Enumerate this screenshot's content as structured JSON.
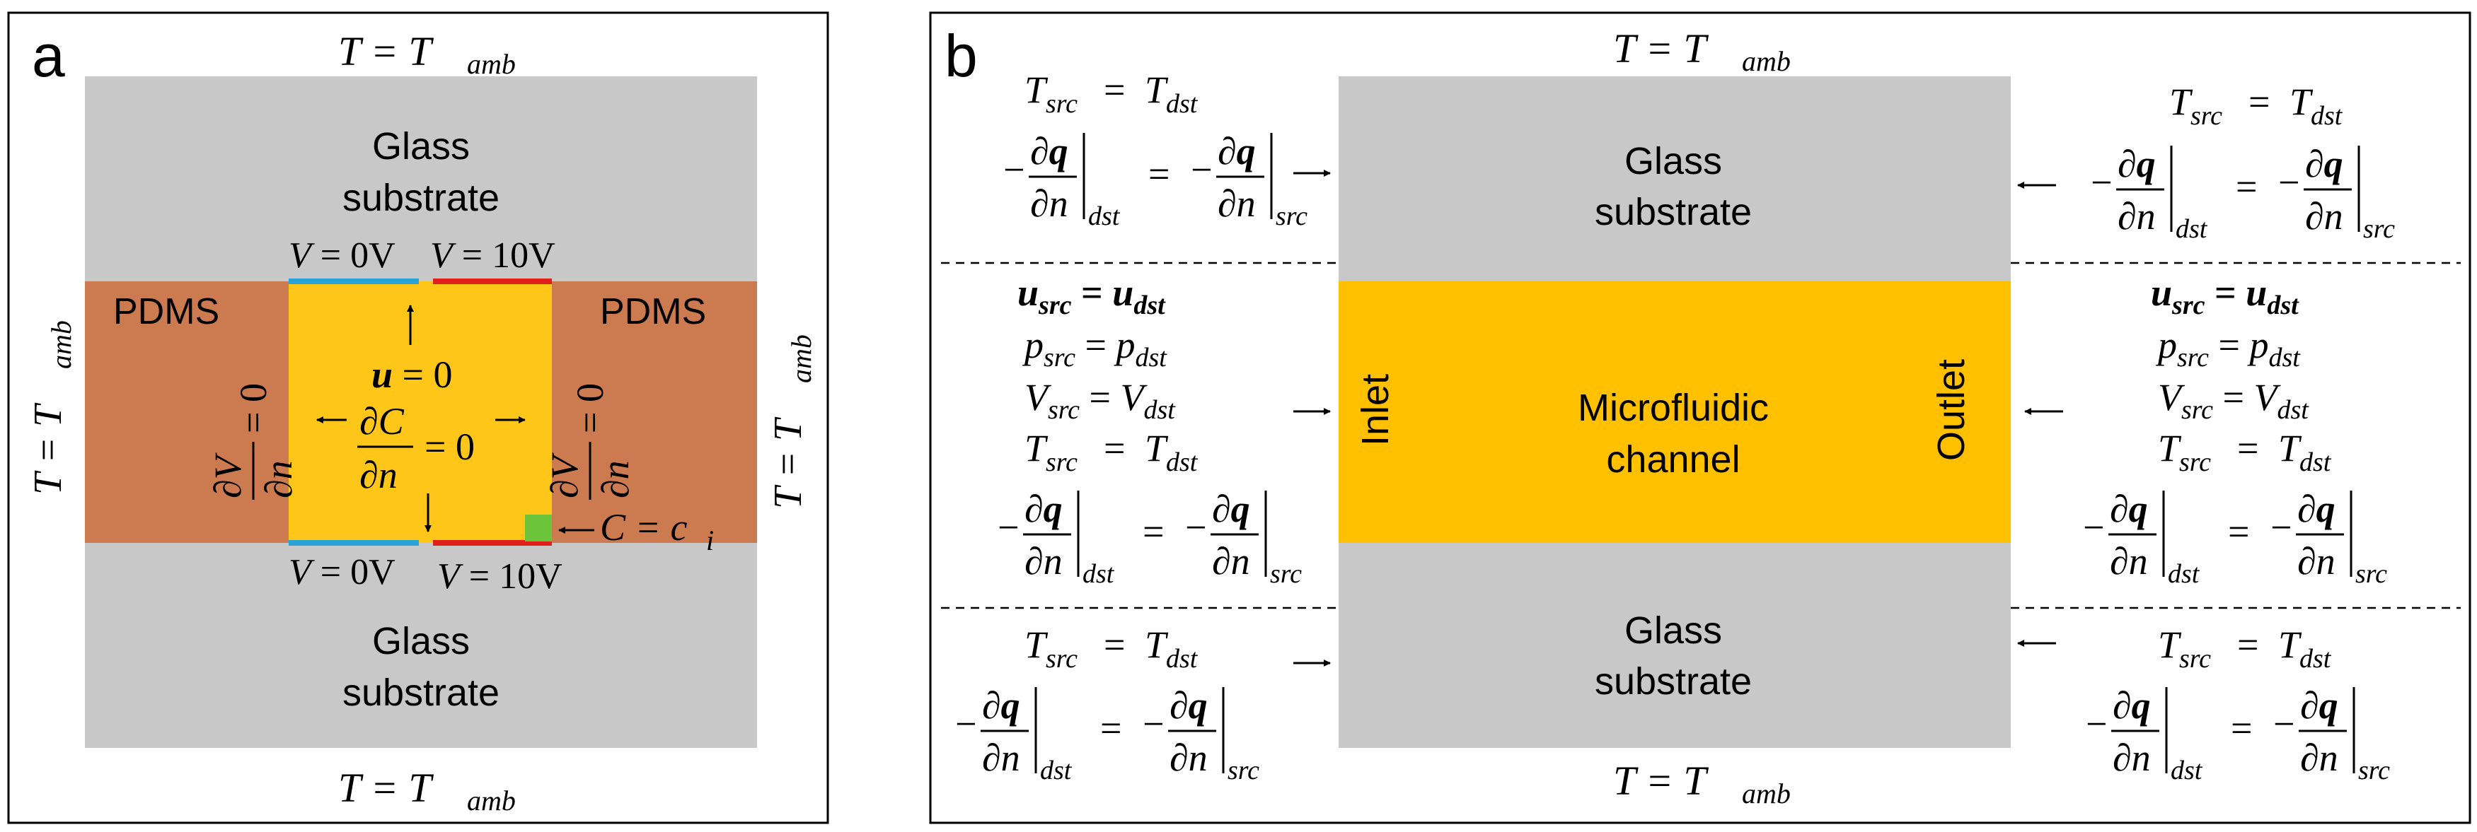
{
  "panel_a": {
    "label": "a",
    "top_bc": "T = T",
    "top_bc_sub": "amb",
    "bottom_bc": "T = T",
    "bottom_bc_sub": "amb",
    "left_bc": "T = T",
    "left_bc_sub": "amb",
    "right_bc": "T = T",
    "right_bc_sub": "amb",
    "glass_top_line1": "Glass",
    "glass_top_line2": "substrate",
    "glass_bottom_line1": "Glass",
    "glass_bottom_line2": "substrate",
    "pdms_left": "PDMS",
    "pdms_right": "PDMS",
    "v_top_left": "V = 0V",
    "v_top_right": "V = 10V",
    "v_bottom_left": "V = 0V",
    "v_bottom_right": "V = 10V",
    "u_zero": "u = 0",
    "dc_num": "∂C",
    "dc_den": "∂n",
    "dc_eq": "= 0",
    "dv_num": "∂V",
    "dv_den": "∂n",
    "dv_eq": "= 0",
    "c_ci": "C = c",
    "c_ci_sub": "i",
    "colors": {
      "glass": "#c8c8c8",
      "pdms": "#cc7a50",
      "channel": "#ffc61a",
      "electrode_0v": "#2aa3d9",
      "electrode_10v": "#e0201b",
      "inlet_patch": "#6cc43a"
    }
  },
  "panel_b": {
    "label": "b",
    "top_bc": "T = T",
    "top_bc_sub": "amb",
    "bottom_bc": "T = T",
    "bottom_bc_sub": "amb",
    "glass_top_line1": "Glass",
    "glass_top_line2": "substrate",
    "glass_bottom_line1": "Glass",
    "glass_bottom_line2": "substrate",
    "channel_line1": "Microfluidic",
    "channel_line2": "channel",
    "inlet": "Inlet",
    "outlet": "Outlet",
    "t_src": "T",
    "src": "src",
    "dst": "dst",
    "eq": "=",
    "minus": "−",
    "dq_num": "∂q",
    "dq_den": "∂n",
    "u_bold": "u",
    "p": "p",
    "v": "V",
    "colors": {
      "glass": "#c8c8c8",
      "channel": "#ffc000"
    }
  }
}
